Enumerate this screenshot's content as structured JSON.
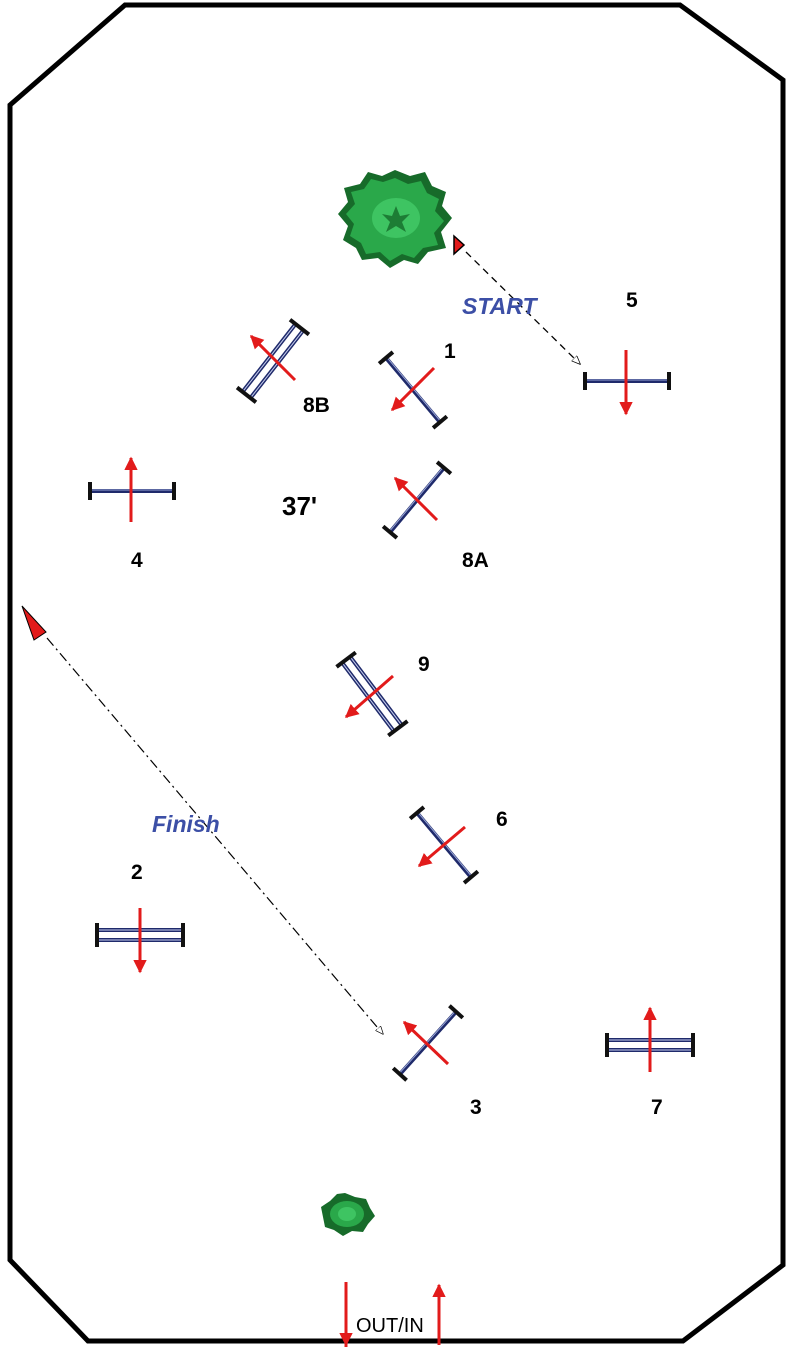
{
  "labels": {
    "start": "START",
    "finish": "Finish",
    "distance": "37'",
    "gate": "OUT/IN"
  },
  "fence_numbers": [
    "1",
    "2",
    "3",
    "4",
    "5",
    "6",
    "7",
    "8A",
    "8B",
    "9"
  ],
  "icons": {
    "tree": "tree-icon",
    "fence": "fence-icon",
    "direction_arrow": "red-arrow-icon",
    "start_flag": "flag-icon"
  },
  "colors": {
    "arrow": "#e21b1b",
    "fence_rail": "#1f2a6b",
    "label_blue": "#3c4fa6",
    "arena_border": "#000000",
    "tree_green": "#1f9a3a"
  }
}
